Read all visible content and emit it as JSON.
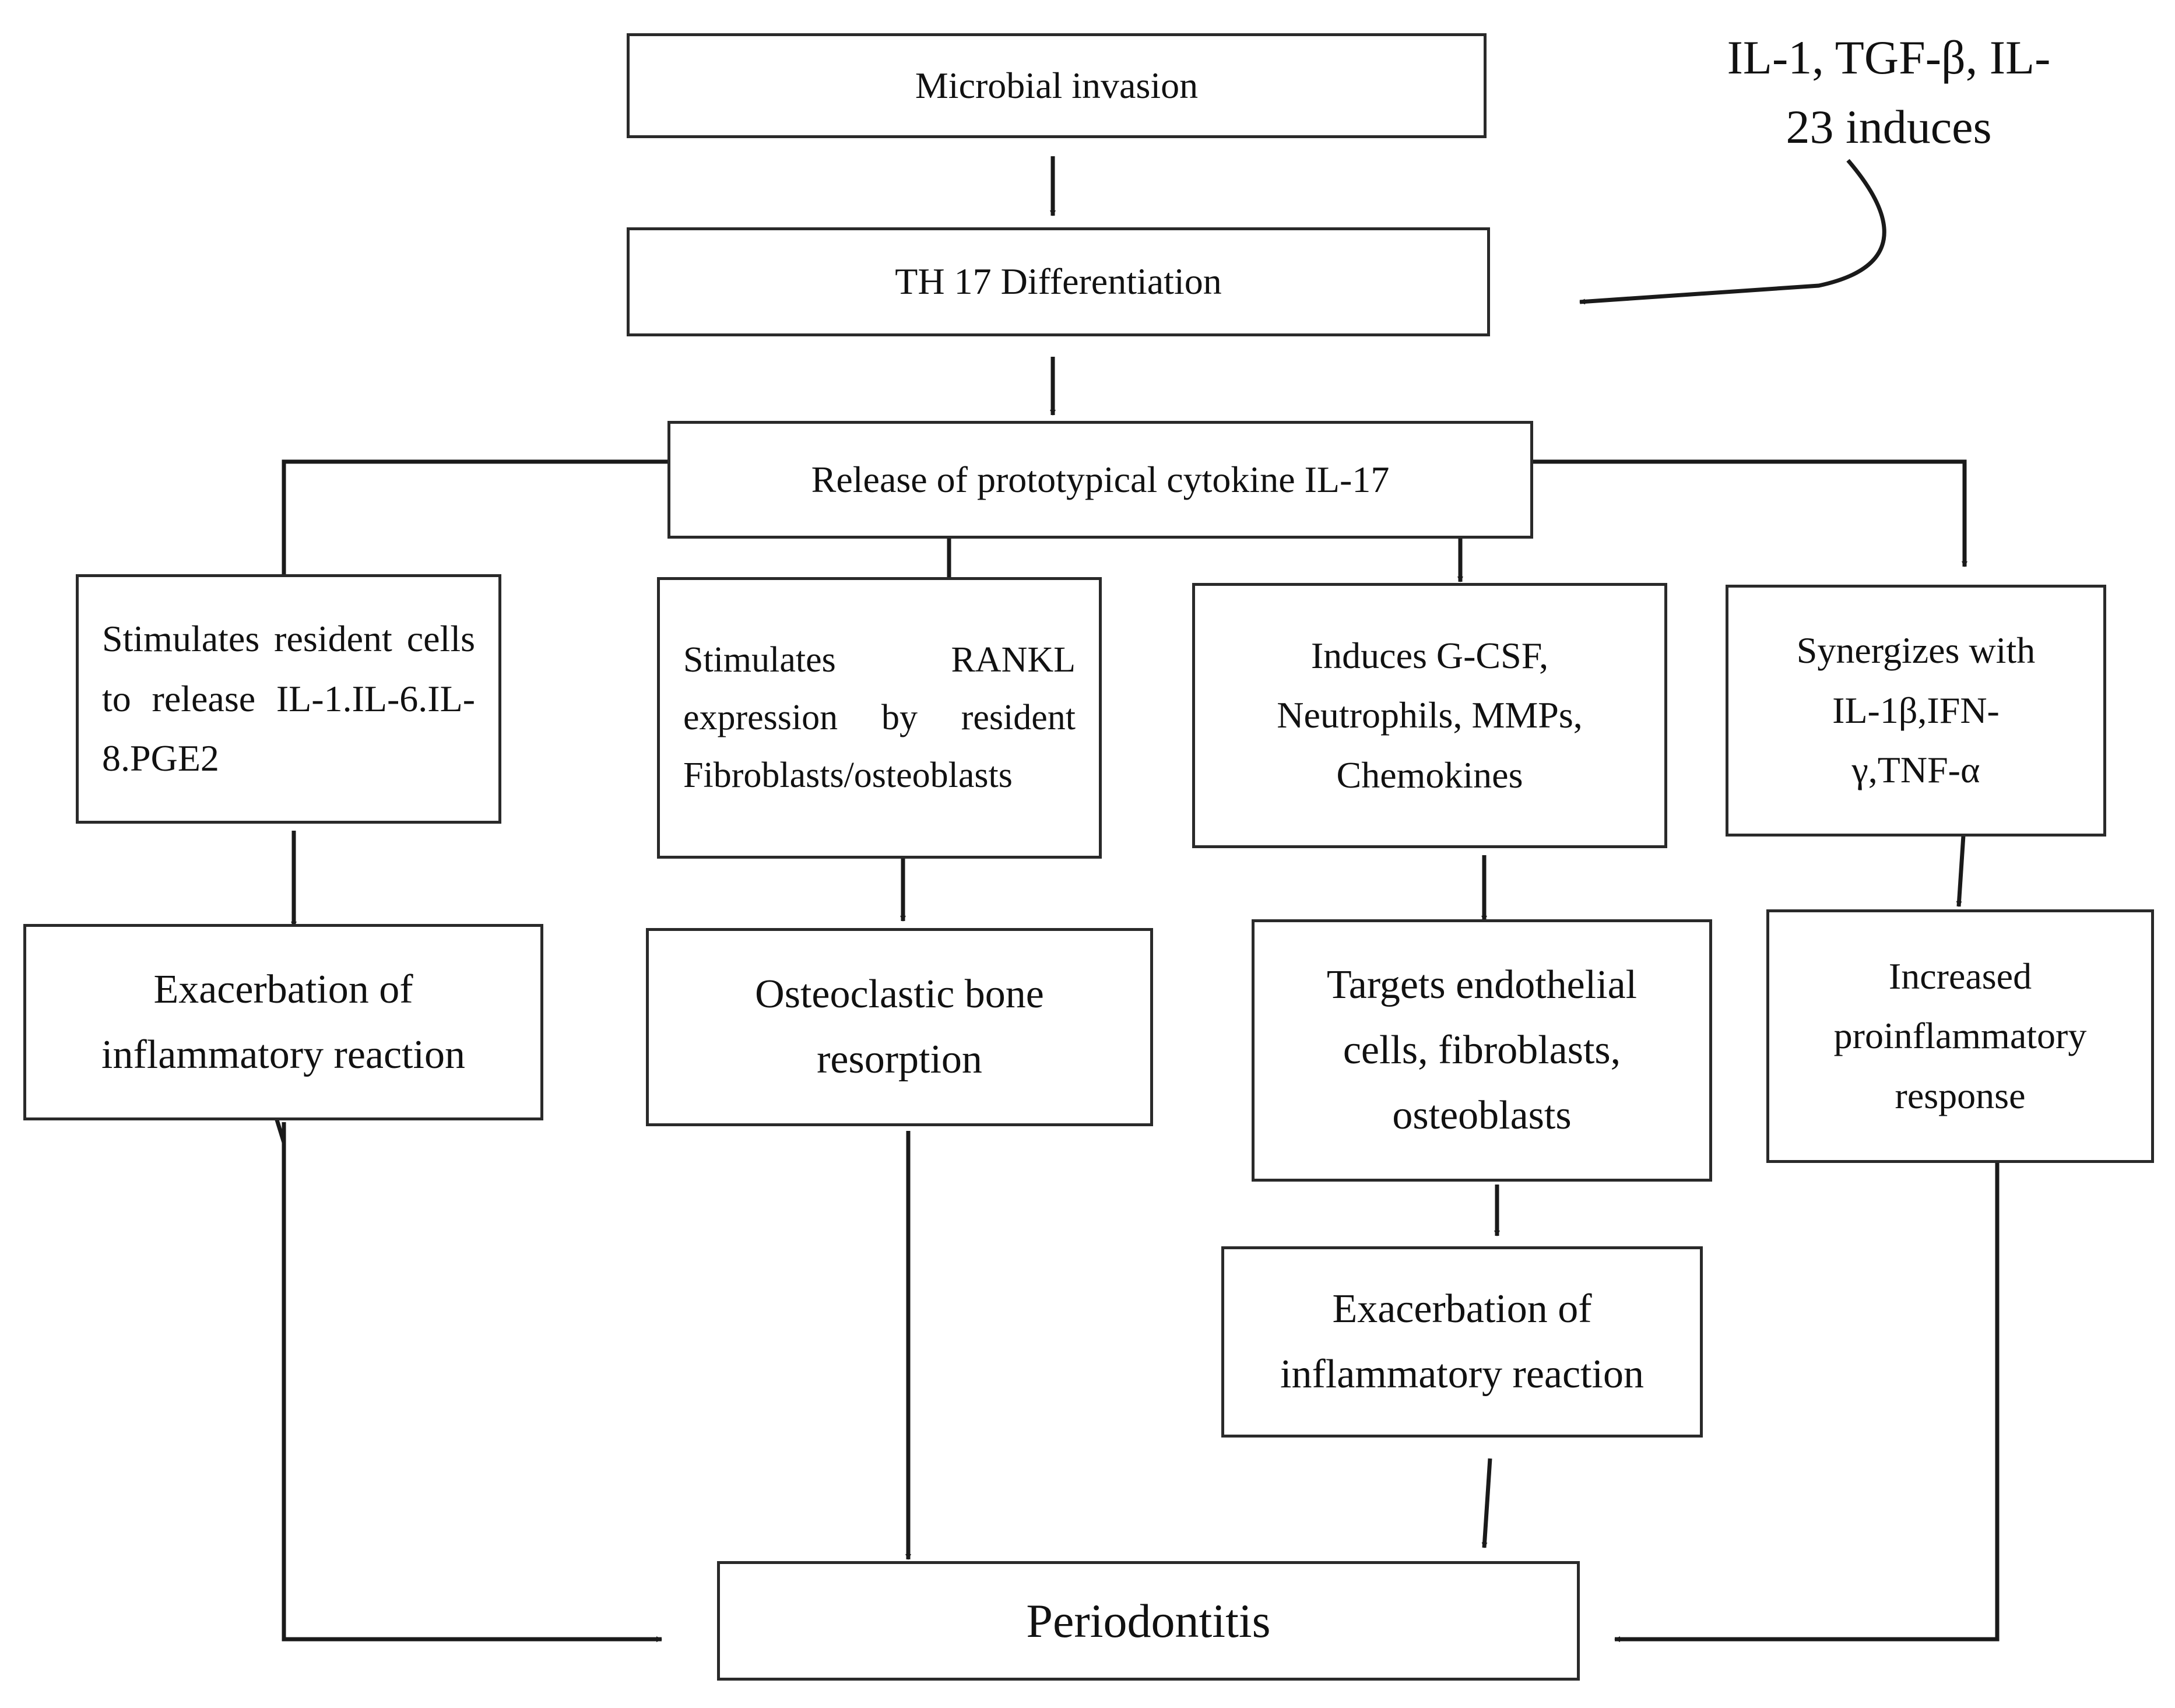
{
  "nodes": {
    "microbial_invasion": "Microbial invasion",
    "th17_differentiation": "TH 17 Differentiation",
    "il17_release": "Release of prototypical cytokine IL-17",
    "inducers_note": "IL-1, TGF-β, IL-\n23 induces",
    "stimulates_resident": "Stimulates resident cells to release IL-1.IL-6.IL-8.PGE2",
    "stimulates_rankl": "Stimulates RANKL expression by resident Fibroblasts/osteoblasts",
    "induces_gcsf": "Induces G-CSF,\nNeutrophils, MMPs,\nChemokines",
    "synergizes": "Synergizes with\nIL-1β,IFN-\nγ,TNF-α",
    "exacerbation_left": "Exacerbation of\ninflammatory reaction",
    "osteoclastic": "Osteoclastic bone\nresorption",
    "targets_cells": "Targets endothelial\ncells, fibroblasts,\nosteoblasts",
    "increased_response": "Increased\nproinflammatory\nresponse",
    "exacerbation_right": "Exacerbation of\ninflammatory reaction",
    "periodontitis": "Periodontitis"
  },
  "colors": {
    "line": "#1a1a1a",
    "border": "#2a2a2a",
    "background": "#ffffff"
  }
}
